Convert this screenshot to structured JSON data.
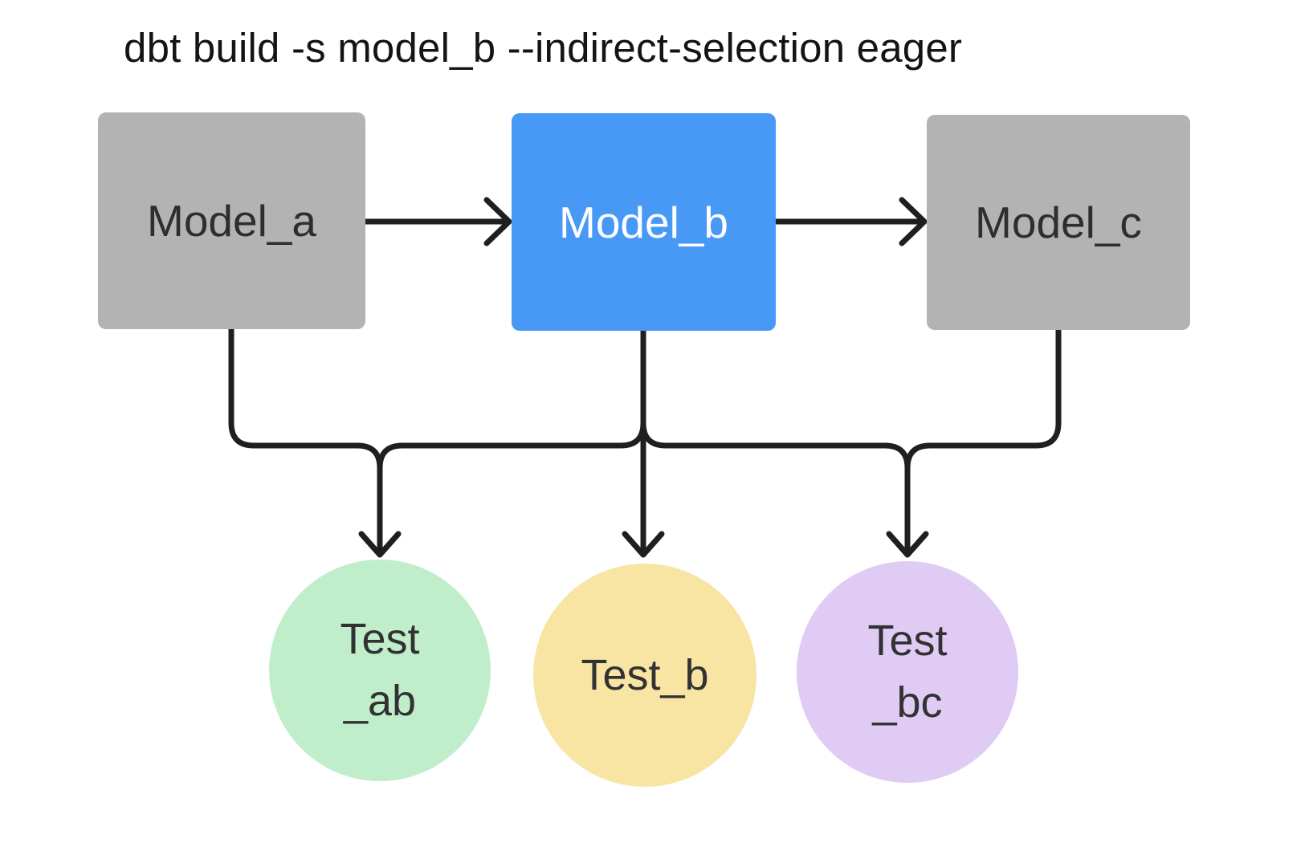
{
  "title": "dbt build -s model_b --indirect-selection eager",
  "colors": {
    "background": "#FFFFFF",
    "edge": "#1F1F1F",
    "title_text": "#141414",
    "model_default_fill": "#B3B3B3",
    "model_selected_fill": "#4899F5"
  },
  "nodes": {
    "models": [
      {
        "label": "Model_a",
        "fill": "#B3B3B3",
        "text": "#2E2E2E"
      },
      {
        "label": "Model_b",
        "fill": "#4899F5",
        "text": "#FFFFFF"
      },
      {
        "label": "Model_c",
        "fill": "#B3B3B3",
        "text": "#2E2E2E"
      }
    ],
    "tests": [
      {
        "line1": "Test",
        "line2": "_ab",
        "fill": "#C0EECB",
        "text": "#323232"
      },
      {
        "line1": "Test_b",
        "line2": "",
        "fill": "#F8E5A4",
        "text": "#323232"
      },
      {
        "line1": "Test",
        "line2": "_bc",
        "fill": "#DFCBF4",
        "text": "#323232"
      }
    ]
  },
  "edges": [
    {
      "from": "Model_a",
      "to": "Model_b"
    },
    {
      "from": "Model_b",
      "to": "Model_c"
    },
    {
      "from": "Model_a",
      "to": "Test_ab"
    },
    {
      "from": "Model_b",
      "to": "Test_ab"
    },
    {
      "from": "Model_b",
      "to": "Test_b"
    },
    {
      "from": "Model_b",
      "to": "Test_bc"
    },
    {
      "from": "Model_c",
      "to": "Test_bc"
    }
  ]
}
